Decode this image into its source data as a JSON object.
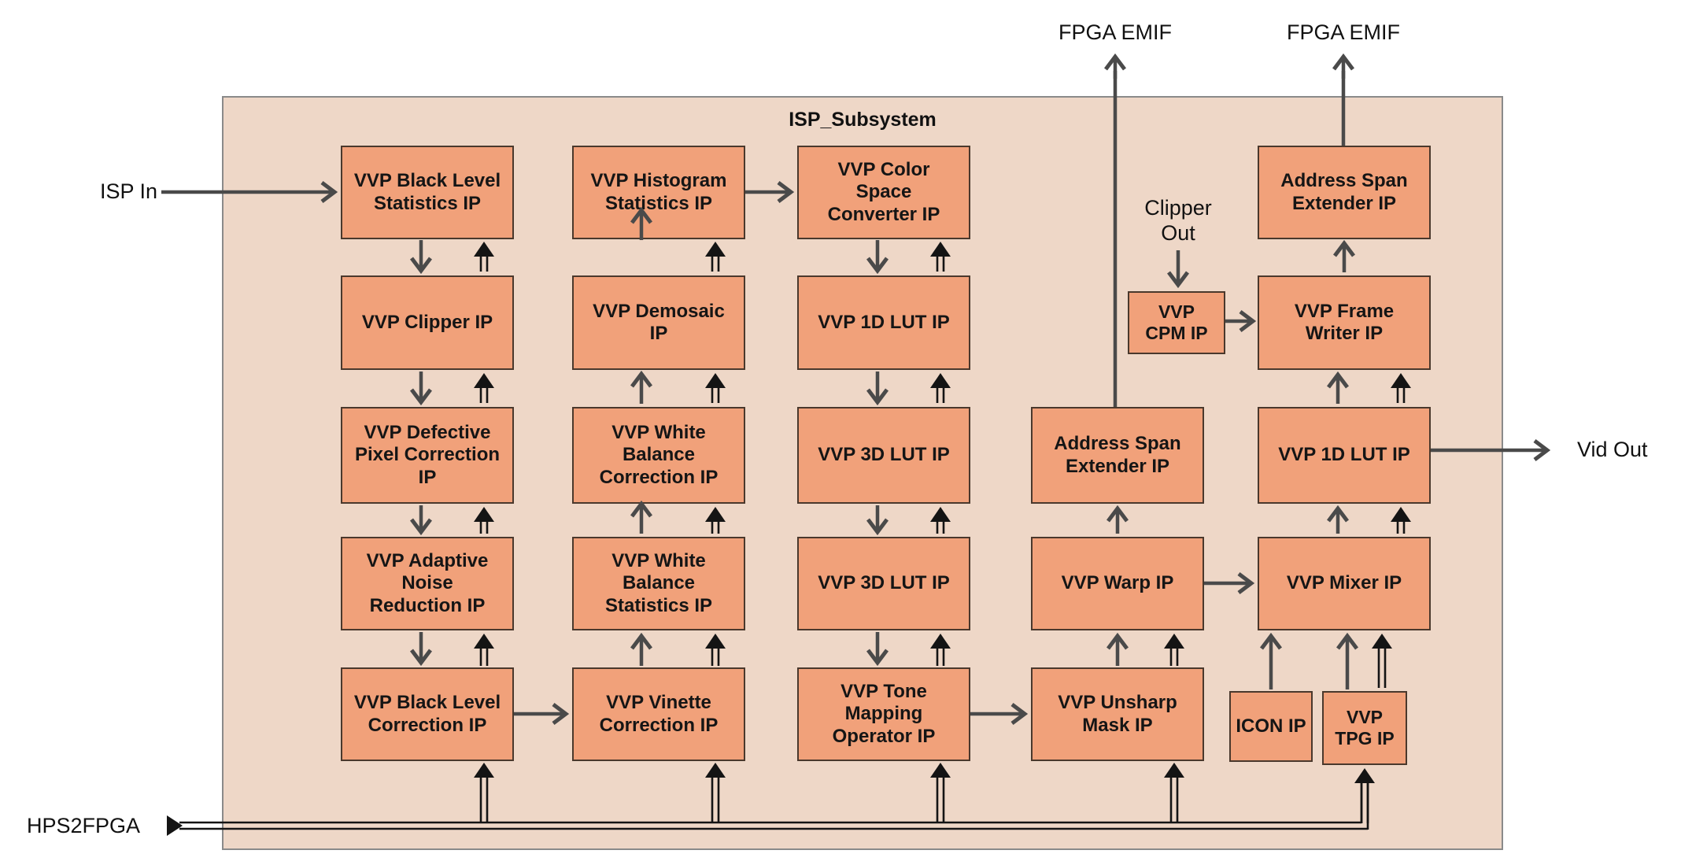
{
  "diagram": {
    "title": "ISP_Subsystem",
    "blocks": [
      {
        "id": "bls",
        "label": "VVP Black Level\nStatistics IP"
      },
      {
        "id": "clipper",
        "label": "VVP Clipper IP"
      },
      {
        "id": "dpc",
        "label": "VVP Defective\nPixel Correction\nIP"
      },
      {
        "id": "anr",
        "label": "VVP Adaptive\nNoise\nReduction IP"
      },
      {
        "id": "blc",
        "label": "VVP Black Level\nCorrection IP"
      },
      {
        "id": "hist",
        "label": "VVP Histogram\nStatistics IP"
      },
      {
        "id": "demosaic",
        "label": "VVP Demosaic\nIP"
      },
      {
        "id": "wbc",
        "label": "VVP White\nBalance\nCorrection IP"
      },
      {
        "id": "wbs",
        "label": "VVP White\nBalance\nStatistics IP"
      },
      {
        "id": "vinette",
        "label": "VVP Vinette\nCorrection IP"
      },
      {
        "id": "csc",
        "label": "VVP Color\nSpace\nConverter IP"
      },
      {
        "id": "lut1d-a",
        "label": "VVP 1D LUT IP"
      },
      {
        "id": "lut3d-a",
        "label": "VVP 3D LUT IP"
      },
      {
        "id": "lut3d-b",
        "label": "VVP 3D LUT IP"
      },
      {
        "id": "tmo",
        "label": "VVP Tone\nMapping\nOperator IP"
      },
      {
        "id": "ase-a",
        "label": "Address Span\nExtender IP"
      },
      {
        "id": "warp",
        "label": "VVP Warp IP"
      },
      {
        "id": "unsharp",
        "label": "VVP Unsharp\nMask IP"
      },
      {
        "id": "ase-b",
        "label": "Address Span\nExtender IP"
      },
      {
        "id": "fw",
        "label": "VVP Frame\nWriter IP"
      },
      {
        "id": "lut1d-b",
        "label": "VVP 1D LUT IP"
      },
      {
        "id": "mixer",
        "label": "VVP Mixer IP"
      },
      {
        "id": "cpm",
        "label": "VVP\nCPM IP"
      },
      {
        "id": "icon",
        "label": "ICON IP"
      },
      {
        "id": "tpg",
        "label": "VVP\nTPG IP"
      }
    ],
    "external_labels": {
      "isp_in": "ISP In",
      "hps2fpga": "HPS2FPGA",
      "fpga_emif_left": "FPGA EMIF",
      "fpga_emif_right": "FPGA EMIF",
      "clipper_out": "Clipper\nOut",
      "vid_out": "Vid Out"
    },
    "colors": {
      "frame_border": "#1c3c52",
      "panel_fill": "#eed7c7",
      "panel_border": "#8a8a8a",
      "block_fill": "#f1a17a",
      "block_border": "#4a382c",
      "arrow_gray": "#4a4a4a",
      "arrow_black": "#141414"
    }
  }
}
